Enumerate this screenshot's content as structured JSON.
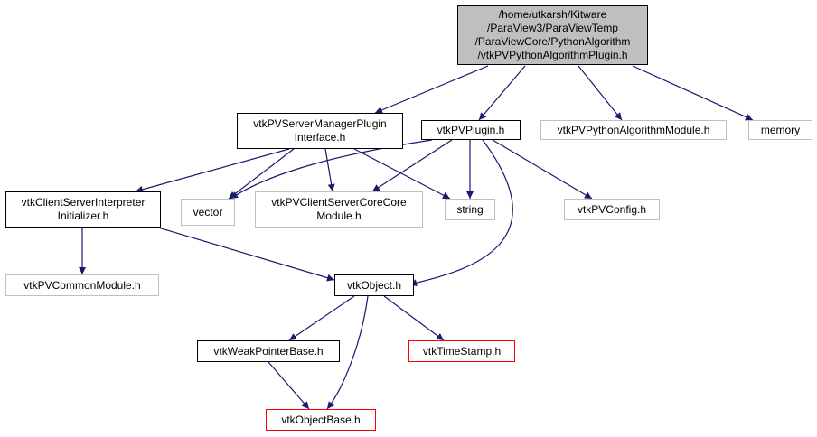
{
  "nodes": [
    {
      "id": "root",
      "lines": [
        "/home/utkarsh/Kitware",
        "/ParaView3/ParaViewTemp",
        "/ParaViewCore/PythonAlgorithm",
        "/vtkPVPythonAlgorithmPlugin.h"
      ],
      "style": "root"
    },
    {
      "id": "smpi",
      "lines": [
        "vtkPVServerManagerPlugin",
        "Interface.h"
      ],
      "style": "black"
    },
    {
      "id": "plugin",
      "lines": [
        "vtkPVPlugin.h"
      ],
      "style": "black"
    },
    {
      "id": "pymod",
      "lines": [
        "vtkPVPythonAlgorithmModule.h"
      ],
      "style": "gray"
    },
    {
      "id": "memory",
      "lines": [
        "memory"
      ],
      "style": "gray"
    },
    {
      "id": "csii",
      "lines": [
        "vtkClientServerInterpreter",
        "Initializer.h"
      ],
      "style": "black"
    },
    {
      "id": "vector",
      "lines": [
        "vector"
      ],
      "style": "gray"
    },
    {
      "id": "cscore",
      "lines": [
        "vtkPVClientServerCoreCore",
        "Module.h"
      ],
      "style": "gray"
    },
    {
      "id": "string",
      "lines": [
        "string"
      ],
      "style": "gray"
    },
    {
      "id": "config",
      "lines": [
        "vtkPVConfig.h"
      ],
      "style": "gray"
    },
    {
      "id": "common",
      "lines": [
        "vtkPVCommonModule.h"
      ],
      "style": "gray"
    },
    {
      "id": "object",
      "lines": [
        "vtkObject.h"
      ],
      "style": "black"
    },
    {
      "id": "weak",
      "lines": [
        "vtkWeakPointerBase.h"
      ],
      "style": "black"
    },
    {
      "id": "timestamp",
      "lines": [
        "vtkTimeStamp.h"
      ],
      "style": "red"
    },
    {
      "id": "objbase",
      "lines": [
        "vtkObjectBase.h"
      ],
      "style": "red"
    }
  ],
  "edges": [
    [
      "root",
      "smpi"
    ],
    [
      "root",
      "plugin"
    ],
    [
      "root",
      "pymod"
    ],
    [
      "root",
      "memory"
    ],
    [
      "smpi",
      "csii"
    ],
    [
      "smpi",
      "vector"
    ],
    [
      "smpi",
      "cscore"
    ],
    [
      "smpi",
      "string"
    ],
    [
      "plugin",
      "vector"
    ],
    [
      "plugin",
      "cscore"
    ],
    [
      "plugin",
      "string"
    ],
    [
      "plugin",
      "config"
    ],
    [
      "plugin",
      "object"
    ],
    [
      "csii",
      "common"
    ],
    [
      "csii",
      "object"
    ],
    [
      "object",
      "weak"
    ],
    [
      "object",
      "timestamp"
    ],
    [
      "object",
      "objbase"
    ],
    [
      "weak",
      "objbase"
    ]
  ],
  "colors": {
    "edge": "#191970",
    "root_fill": "#bfbfbf",
    "black_border": "#000000",
    "gray_border": "#bfbfbf",
    "red_border": "#ff0000"
  }
}
